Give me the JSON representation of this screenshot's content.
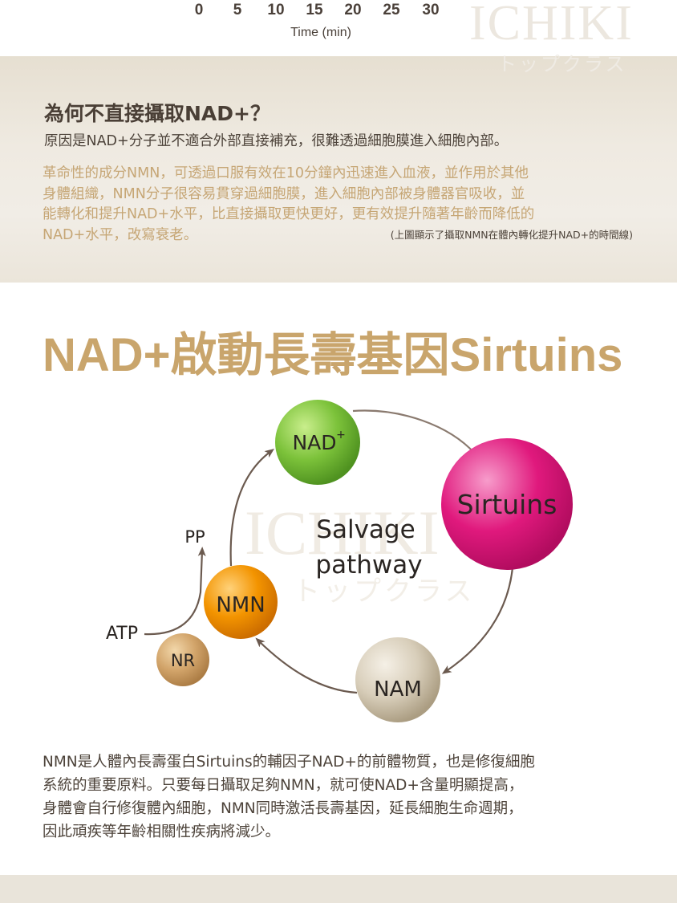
{
  "chart_strip": {
    "x_ticks": [
      "0",
      "5",
      "10",
      "15",
      "20",
      "25",
      "30"
    ],
    "x_label": "Time (min)"
  },
  "watermark": {
    "brand": "ICHIKI",
    "sub": "トップクラス"
  },
  "info": {
    "heading": "為何不直接攝取NAD+？",
    "answer": "原因是NAD+分子並不適合外部直接補充，很難透過細胞膜進入細胞內部。",
    "gold_lines": [
      "革命性的成分NMN，可透過口服有效在10分鐘內迅速進入血液，並作用於其他",
      "身體組織，NMN分子很容易貫穿過細胞膜，進入細胞內部被身體器官吸收，並",
      "能轉化和提升NAD+水平，比直接攝取更快更好，更有效提升隨著年齡而降低的",
      "NAD+水平，改寫衰老。"
    ],
    "note": "(上圖顯示了攝取NMN在體內轉化提升NAD+的時間線)"
  },
  "section": {
    "title": "NAD+啟動長壽基因Sirtuins"
  },
  "diagram": {
    "center_line1": "Salvage",
    "center_line2": "pathway",
    "nad": "NAD",
    "nad_sup": "+",
    "sirtuins": "Sirtuins",
    "nam": "NAM",
    "nmn": "NMN",
    "nr": "NR",
    "pp": "PP",
    "atp": "ATP",
    "colors": {
      "nad": "#7cc23a",
      "sirtuins": "#e0197d",
      "nam": "#c9bda4",
      "nmn": "#f39400",
      "nr": "#d2a46a",
      "arrow": "#6b5a4f"
    }
  },
  "description": {
    "lines": [
      "NMN是人體內長壽蛋白Sirtuins的輔因子NAD+的前體物質，也是修復細胞",
      "系統的重要原料。只要每日攝取足夠NMN，就可使NAD+含量明顯提高，",
      "身體會自行修復體內細胞，NMN同時激活長壽基因，延長細胞生命週期，",
      "因此頑疾等年齡相關性疾病將減少。"
    ]
  }
}
